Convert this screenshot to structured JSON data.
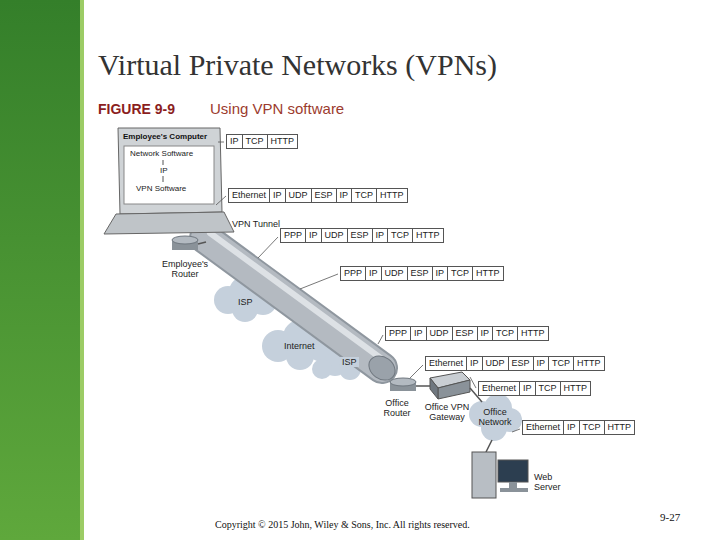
{
  "diagram": {
    "title": "Virtual Private Networks (VPNs)",
    "caption": "Using VPN software",
    "nodes": [
      {
        "text": [
          "IP",
          "TCP",
          "HTTP"
        ]
      },
      {
        "text": [
          "Ethernet",
          "IP",
          "UDP",
          "ESP",
          "IP",
          "TCP",
          "HTTP"
        ]
      },
      {
        "text": [
          "PPP",
          "IP",
          "UDP",
          "ESP",
          "IP",
          "TCP",
          "HTTP"
        ]
      },
      {
        "text": [
          "PPP",
          "IP",
          "UDP",
          "ESP",
          "IP",
          "TCP",
          "HTTP"
        ]
      },
      {
        "text": [
          "PPP",
          "IP",
          "UDP",
          "ESP",
          "IP",
          "TCP",
          "HTTP"
        ]
      },
      {
        "text": [
          "Ethernet",
          "IP",
          "UDP",
          "ESP",
          "IP",
          "TCP",
          "HTTP"
        ]
      },
      {
        "text": [
          "Ethernet",
          "IP",
          "TCP",
          "HTTP"
        ]
      },
      {
        "text": [
          "Ethernet",
          "IP",
          "TCP",
          "HTTP"
        ]
      }
    ],
    "labels": [
      "FIGURE 9-9",
      "Employee's Computer",
      "Network Software",
      "IP",
      "VPN Software",
      "VPN Tunnel",
      "Employee's Router",
      "ISP",
      "Internet",
      "ISP",
      "Office Router",
      "Office VPN Gateway",
      "Office Network",
      "Web Server",
      "Copyright © 2015 John, Wiley & Sons, Inc. All rights reserved.",
      "9-27"
    ]
  }
}
